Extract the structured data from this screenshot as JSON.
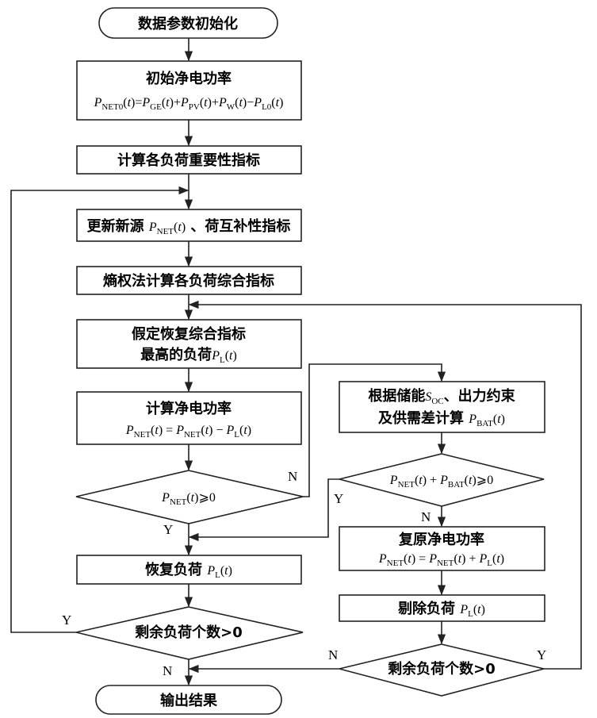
{
  "nodes": {
    "start": "数据参数初始化",
    "initial_net_power": {
      "title": "初始净电功率",
      "formula": [
        {
          "t": "P",
          "i": 1
        },
        {
          "t": "NET0",
          "s": 1
        },
        {
          "t": "("
        },
        {
          "t": "t",
          "i": 1
        },
        {
          "t": ")="
        },
        {
          "t": "P",
          "i": 1
        },
        {
          "t": "GE",
          "s": 1
        },
        {
          "t": "("
        },
        {
          "t": "t",
          "i": 1
        },
        {
          "t": ")+"
        },
        {
          "t": "P",
          "i": 1
        },
        {
          "t": "PV",
          "s": 1
        },
        {
          "t": "("
        },
        {
          "t": "t",
          "i": 1
        },
        {
          "t": ")+"
        },
        {
          "t": "P",
          "i": 1
        },
        {
          "t": "W",
          "s": 1
        },
        {
          "t": "("
        },
        {
          "t": "t",
          "i": 1
        },
        {
          "t": ")−"
        },
        {
          "t": "P",
          "i": 1
        },
        {
          "t": "L0",
          "s": 1
        },
        {
          "t": "("
        },
        {
          "t": "t",
          "i": 1
        },
        {
          "t": ")"
        }
      ]
    },
    "calc_importance": "计算各负荷重要性指标",
    "update": [
      {
        "t": "更新新源 ",
        "zh": 1
      },
      {
        "t": "P",
        "i": 1
      },
      {
        "t": "NET",
        "s": 1
      },
      {
        "t": "("
      },
      {
        "t": "t",
        "i": 1
      },
      {
        "t": ")"
      },
      {
        "t": " 、荷互补性指标",
        "zh": 1
      }
    ],
    "entropy": "熵权法计算各负荷综合指标",
    "assume": {
      "line1": "假定恢复综合指标",
      "line2": [
        {
          "t": "最高的负荷",
          "zh": 1
        },
        {
          "t": "P",
          "i": 1
        },
        {
          "t": "L",
          "s": 1
        },
        {
          "t": "("
        },
        {
          "t": "t",
          "i": 1
        },
        {
          "t": ")"
        }
      ]
    },
    "calc_net": {
      "title": "计算净电功率",
      "formula": [
        {
          "t": "P",
          "i": 1
        },
        {
          "t": "NET",
          "s": 1
        },
        {
          "t": "("
        },
        {
          "t": "t",
          "i": 1
        },
        {
          "t": ") = "
        },
        {
          "t": "P",
          "i": 1
        },
        {
          "t": "NET",
          "s": 1
        },
        {
          "t": "("
        },
        {
          "t": "t",
          "i": 1
        },
        {
          "t": ") − "
        },
        {
          "t": "P",
          "i": 1
        },
        {
          "t": "L",
          "s": 1
        },
        {
          "t": "("
        },
        {
          "t": "t",
          "i": 1
        },
        {
          "t": ")"
        }
      ]
    },
    "decision_net": [
      {
        "t": "P",
        "i": 1
      },
      {
        "t": "NET",
        "s": 1
      },
      {
        "t": "("
      },
      {
        "t": "t",
        "i": 1
      },
      {
        "t": ")⩾0"
      }
    ],
    "restore": [
      {
        "t": "恢复负荷 ",
        "zh": 1
      },
      {
        "t": "P",
        "i": 1
      },
      {
        "t": "L",
        "s": 1
      },
      {
        "t": "("
      },
      {
        "t": "t",
        "i": 1
      },
      {
        "t": ")"
      }
    ],
    "remaining_left": "剩余负荷个数>0",
    "output": "输出结果",
    "bat": {
      "line1": [
        {
          "t": "根据储能",
          "zh": 1
        },
        {
          "t": "S",
          "i": 1
        },
        {
          "t": "OC",
          "s": 1
        },
        {
          "t": "、出力约束",
          "zh": 1
        }
      ],
      "line2": [
        {
          "t": "及供需差计算 ",
          "zh": 1
        },
        {
          "t": "P",
          "i": 1
        },
        {
          "t": "BAT",
          "s": 1
        },
        {
          "t": "("
        },
        {
          "t": "t",
          "i": 1
        },
        {
          "t": ")"
        }
      ]
    },
    "decision_bat": [
      {
        "t": "P",
        "i": 1
      },
      {
        "t": "NET",
        "s": 1
      },
      {
        "t": "("
      },
      {
        "t": "t",
        "i": 1
      },
      {
        "t": ") + "
      },
      {
        "t": "P",
        "i": 1
      },
      {
        "t": "BAT",
        "s": 1
      },
      {
        "t": "("
      },
      {
        "t": "t",
        "i": 1
      },
      {
        "t": ")⩾0"
      }
    ],
    "restore_net": {
      "title": "复原净电功率",
      "formula": [
        {
          "t": "P",
          "i": 1
        },
        {
          "t": "NET",
          "s": 1
        },
        {
          "t": "("
        },
        {
          "t": "t",
          "i": 1
        },
        {
          "t": ") = "
        },
        {
          "t": "P",
          "i": 1
        },
        {
          "t": "NET",
          "s": 1
        },
        {
          "t": "("
        },
        {
          "t": "t",
          "i": 1
        },
        {
          "t": ") + "
        },
        {
          "t": "P",
          "i": 1
        },
        {
          "t": "L",
          "s": 1
        },
        {
          "t": "("
        },
        {
          "t": "t",
          "i": 1
        },
        {
          "t": ")"
        }
      ]
    },
    "remove": [
      {
        "t": "剔除负荷 ",
        "zh": 1
      },
      {
        "t": "P",
        "i": 1
      },
      {
        "t": "L",
        "s": 1
      },
      {
        "t": "("
      },
      {
        "t": "t",
        "i": 1
      },
      {
        "t": ")"
      }
    ],
    "remaining_right": "剩余负荷个数>0"
  },
  "labels": {
    "net_no": "N",
    "net_yes": "Y",
    "bat_yes": "Y",
    "bat_no": "N",
    "left_yes": "Y",
    "left_no": "N",
    "right_no": "N",
    "right_yes": "Y"
  }
}
